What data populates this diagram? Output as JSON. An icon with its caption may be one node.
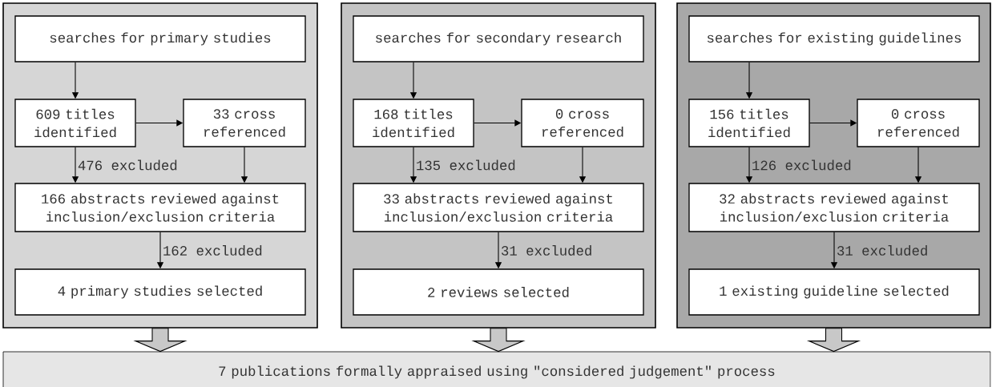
{
  "diagram": {
    "nodes": [
      {
        "text": [],
        "shape": "box"
      },
      {
        "text": [
          "searches for primary studies"
        ],
        "in": 0
      },
      {
        "text": [
          "609 titles identified"
        ],
        "in": 0
      },
      {
        "text": [
          "33 cross referenced"
        ],
        "in": 0
      },
      {
        "text": [
          "166 abstracts reviewed against inclusion/exclusion criteria"
        ],
        "in": 0
      },
      {
        "text": [
          "4 primary studies selected"
        ],
        "in": 0
      },
      {
        "text": [],
        "shape": "box"
      },
      {
        "text": [
          "searches for secondary research"
        ],
        "in": 6
      },
      {
        "text": [
          "168 titles identified"
        ],
        "in": 6
      },
      {
        "text": [
          "0 cross referenced"
        ],
        "in": 6
      },
      {
        "text": [
          "33 abstracts reviewed against inclusion/exclusion criteria"
        ],
        "in": 6
      },
      {
        "text": [
          "2 reviews selected"
        ],
        "in": 6
      },
      {
        "text": [],
        "shape": "box"
      },
      {
        "text": [
          "searches for existing guidelines"
        ],
        "in": 12
      },
      {
        "text": [
          "156 titles identified"
        ],
        "in": 12
      },
      {
        "text": [
          "0 cross referenced"
        ],
        "in": 12
      },
      {
        "text": [
          "32 abstracts reviewed against inclusion/exclusion criteria"
        ],
        "in": 12
      },
      {
        "text": [
          "1 existing guideline selected"
        ],
        "in": 12
      },
      {
        "text": [
          "7 publications formally appraised using \"considered judgement\" process"
        ]
      }
    ],
    "edges": [
      {
        "from": 1,
        "to": 2,
        "arrow": "to"
      },
      {
        "from": 2,
        "to": 3,
        "arrow": "to"
      },
      {
        "from": 2,
        "to": 4,
        "arrow": "to",
        "label": "476 excluded"
      },
      {
        "from": 3,
        "to": 4,
        "arrow": "to"
      },
      {
        "from": 4,
        "to": 5,
        "arrow": "to",
        "label": "162 excluded"
      },
      {
        "from": 7,
        "to": 8,
        "arrow": "to"
      },
      {
        "from": 8,
        "to": 9,
        "arrow": "to"
      },
      {
        "from": 8,
        "to": 10,
        "arrow": "to",
        "label": "135 excluded"
      },
      {
        "from": 9,
        "to": 10,
        "arrow": "to"
      },
      {
        "from": 10,
        "to": 11,
        "arrow": "to",
        "label": "31 excluded"
      },
      {
        "from": 13,
        "to": 14,
        "arrow": "to"
      },
      {
        "from": 14,
        "to": 15,
        "arrow": "to"
      },
      {
        "from": 14,
        "to": 16,
        "arrow": "to",
        "label": "126 excluded"
      },
      {
        "from": 15,
        "to": 16,
        "arrow": "to"
      },
      {
        "from": 16,
        "to": 17,
        "arrow": "to",
        "label": "31 excluded"
      },
      {
        "from": 0,
        "to": 18,
        "arrow": "to"
      },
      {
        "from": 6,
        "to": 18,
        "arrow": "to"
      },
      {
        "from": 12,
        "to": 18,
        "arrow": "to"
      }
    ]
  }
}
